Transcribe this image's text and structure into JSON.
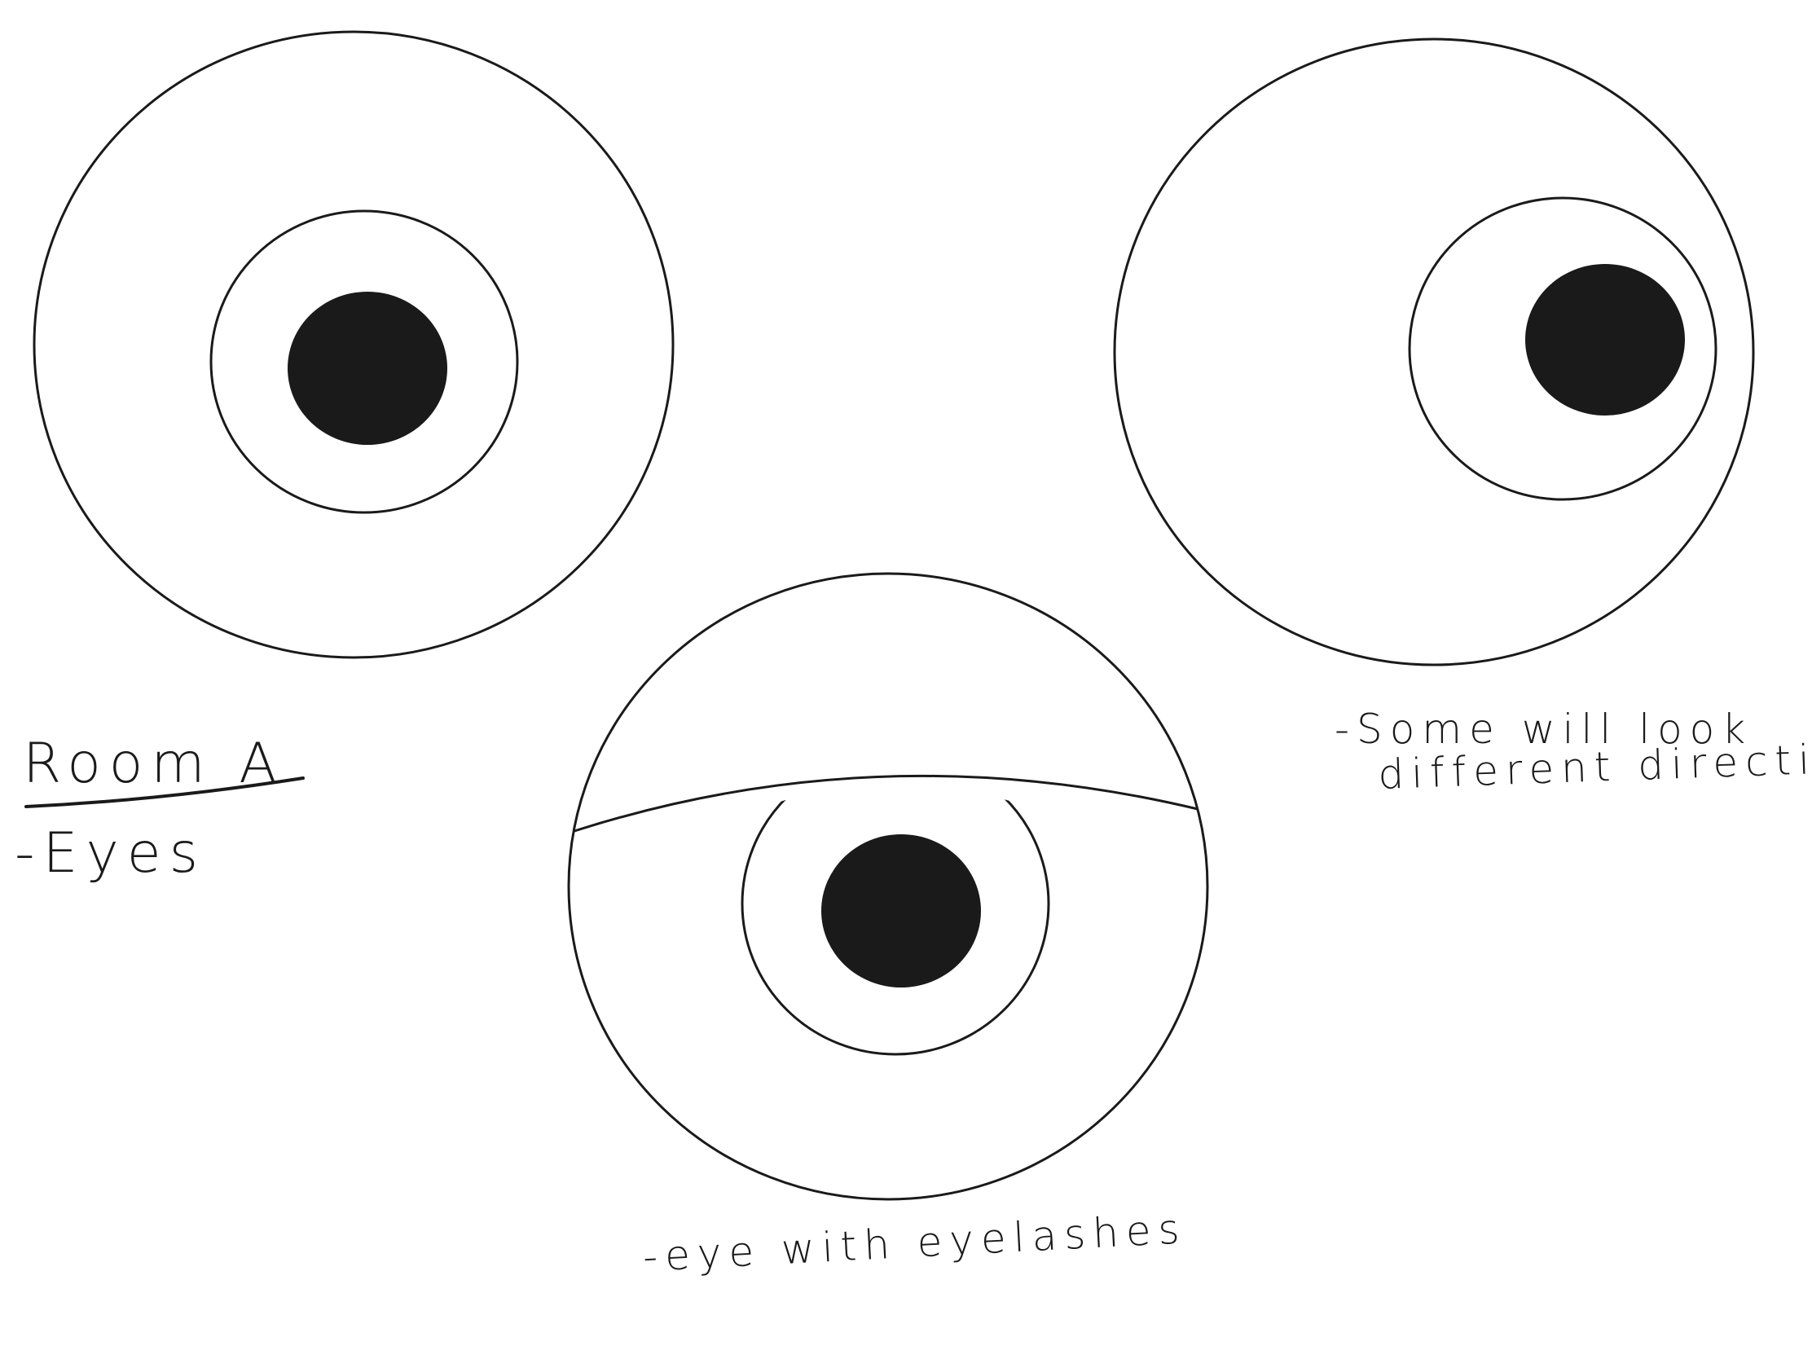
{
  "page": {
    "background": "#ffffff",
    "ink_color": "#1a1a1a"
  },
  "room": {
    "title": "Room A",
    "subtitle": "-Eyes"
  },
  "notes": {
    "top_right_line1": "-Some will look",
    "top_right_line2": "different directions",
    "bottom": "-eye with eyelashes"
  },
  "eyes": [
    {
      "name": "left-eye",
      "gaze": "center",
      "eyelid": false
    },
    {
      "name": "right-eye",
      "gaze": "right",
      "eyelid": false
    },
    {
      "name": "bottom-eye",
      "gaze": "center",
      "eyelid": true
    }
  ]
}
